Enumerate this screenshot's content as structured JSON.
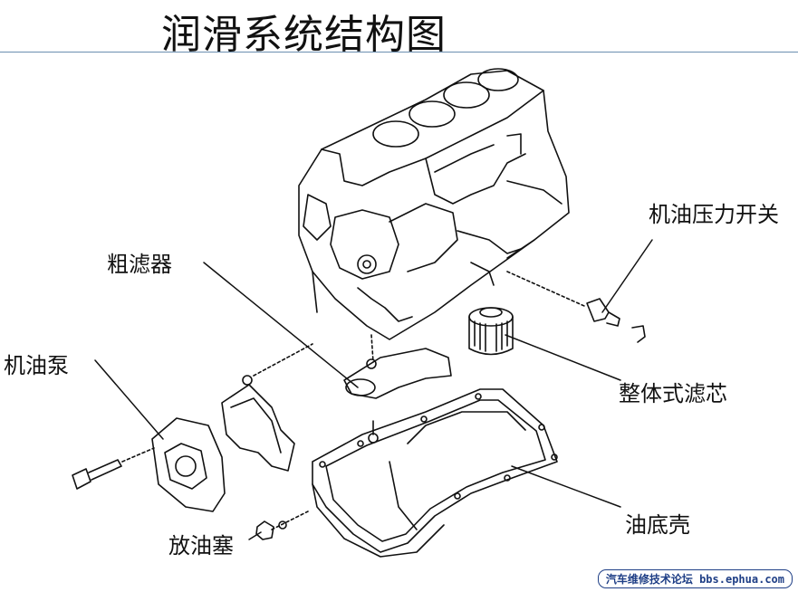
{
  "title": "润滑系统结构图",
  "labels": {
    "pressure_switch": "机油压力开关",
    "strainer": "粗滤器",
    "oil_pump": "机油泵",
    "oil_filter": "整体式滤芯",
    "oil_pan": "油底壳",
    "drain_plug": "放油塞"
  },
  "watermark": "汽车维修技术论坛 bbs.ephua.com"
}
